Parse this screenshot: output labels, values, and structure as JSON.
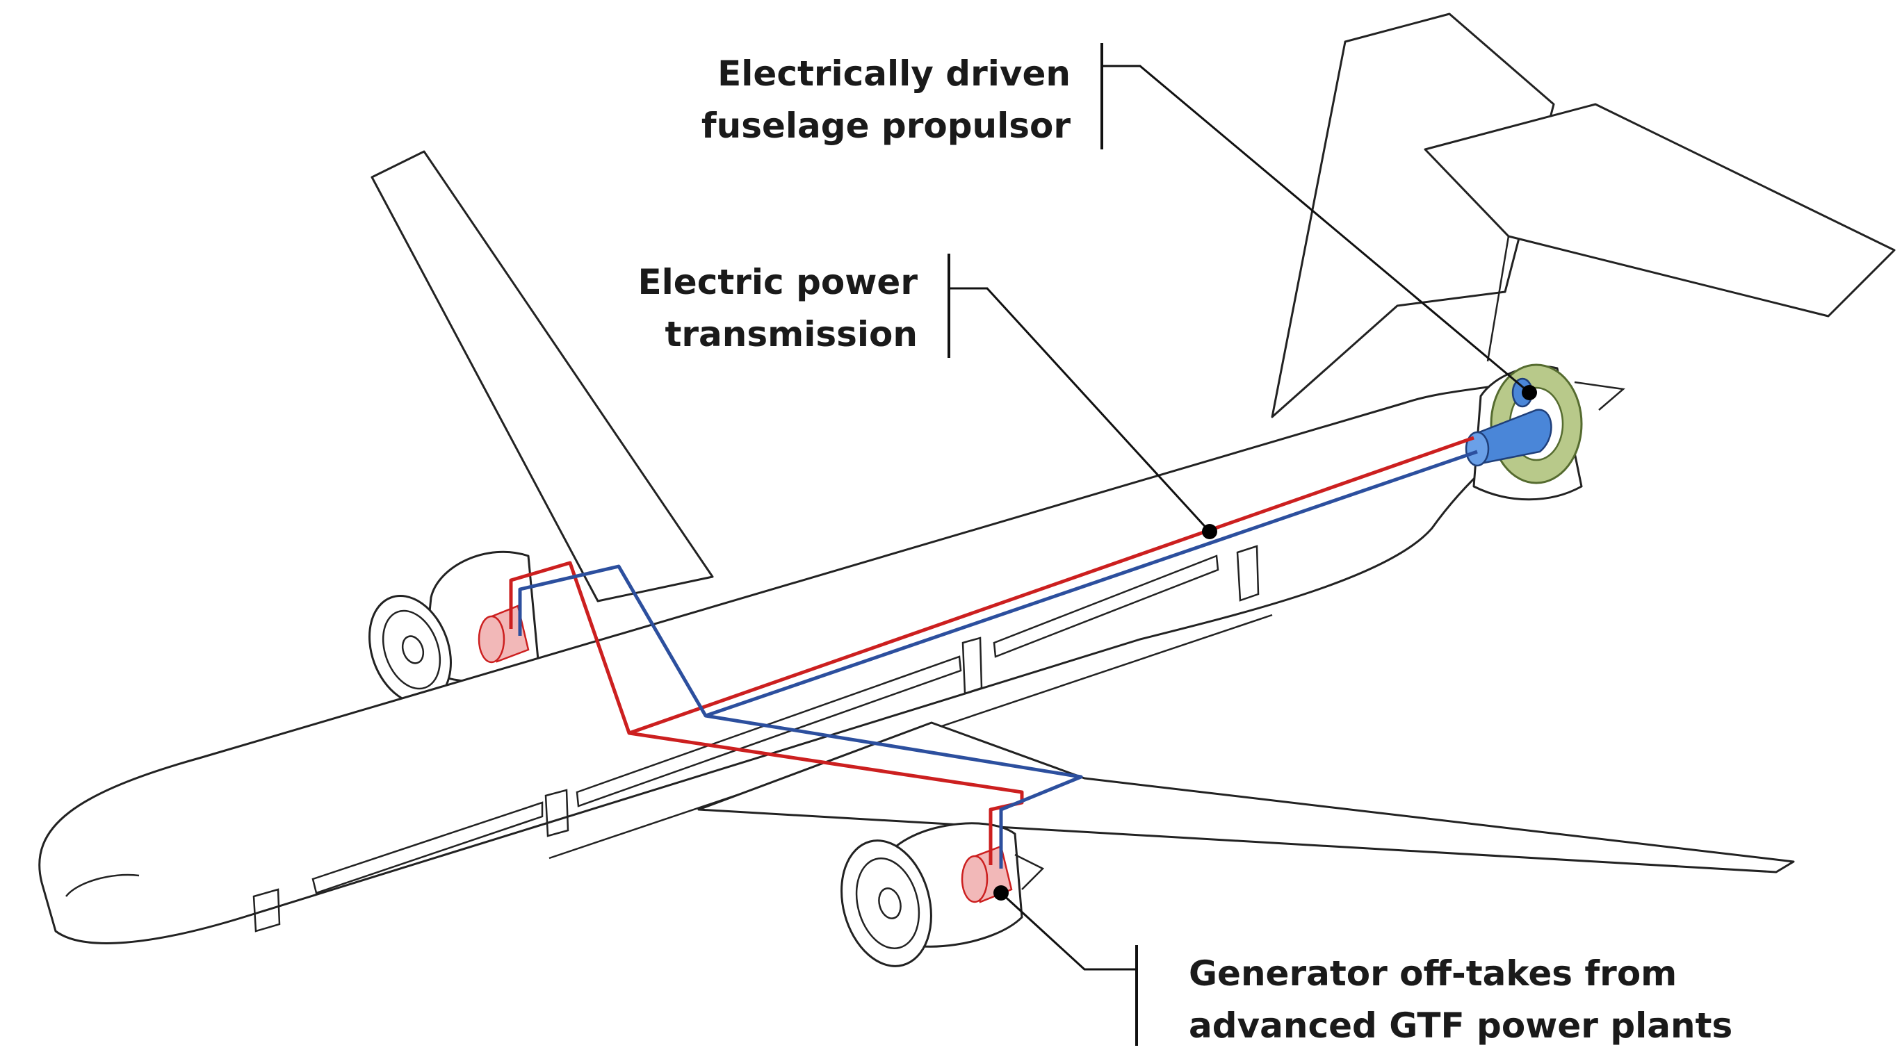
{
  "labels": {
    "propulsor": {
      "line1": "Electrically driven",
      "line2": "fuselage propulsor"
    },
    "transmission": {
      "line1": "Electric power",
      "line2": "transmission"
    },
    "generator": {
      "line1": "Generator off-takes from",
      "line2": "advanced GTF power plants"
    }
  },
  "colors": {
    "red_line": "#cc1f1f",
    "blue_line": "#2c4f9e",
    "propulsor_motor": "#4a86d8",
    "propulsor_fan": "#b8c98a",
    "generator": "#f2b8b8"
  }
}
